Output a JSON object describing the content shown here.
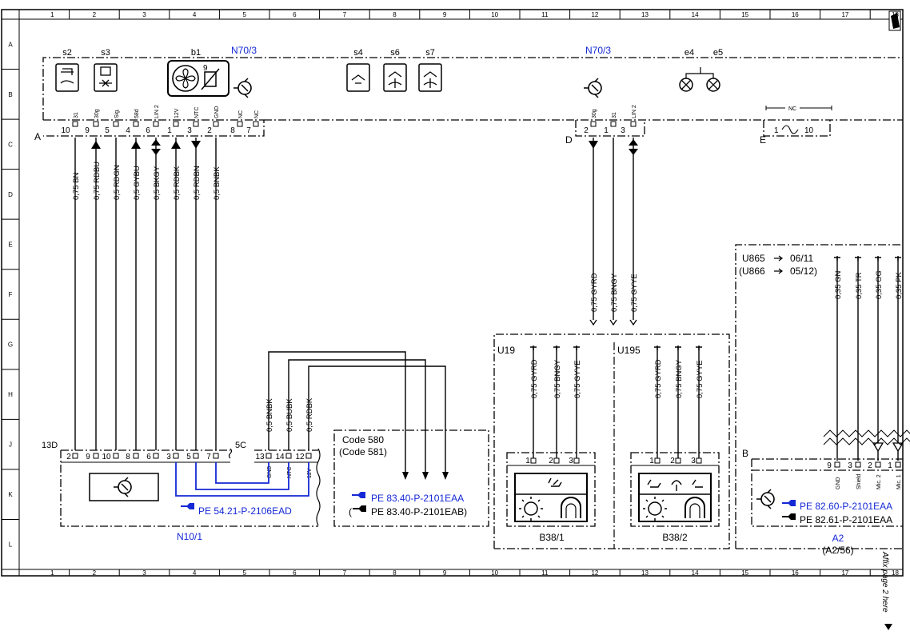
{
  "grid": {
    "cols": [
      "1",
      "2",
      "3",
      "4",
      "5",
      "6",
      "7",
      "8",
      "9",
      "10",
      "11",
      "12",
      "13",
      "14",
      "15",
      "16",
      "17",
      "18"
    ],
    "rows": [
      "A",
      "B",
      "C",
      "D",
      "E",
      "F",
      "G",
      "H",
      "J",
      "K",
      "L"
    ]
  },
  "n703_left": {
    "title": "N70/3",
    "devices": [
      "s2",
      "s3",
      "b1",
      "s4",
      "s6",
      "s7"
    ],
    "b1_pin": "9",
    "connector": "A",
    "pins": [
      "10",
      "9",
      "5",
      "4",
      "6",
      "1",
      "3",
      "2",
      "8",
      "7"
    ],
    "signals": [
      "31",
      "30g",
      "Sig.",
      "58d",
      "LIN 2",
      "12V",
      "NTC",
      "GND",
      "NC",
      "NC"
    ],
    "wires": [
      "0,75 BN",
      "0,75 RDBU",
      "0,5 RDGN",
      "0,5 GYBU",
      "0,5 BKGY",
      "0,5 RDBK",
      "0,5 RDBN",
      "0,5 BNBK"
    ]
  },
  "n703_right": {
    "title": "N70/3",
    "lamps": [
      "e4",
      "e5"
    ],
    "connector_d": "D",
    "pins_d": [
      "2",
      "1",
      "3"
    ],
    "signals_d": [
      "30g",
      "31",
      "LIN 2"
    ],
    "wires_d": [
      "0,75 GYRD",
      "0,75 BNGY",
      "0,75 GYYE"
    ],
    "connector_e": "E",
    "pins_e": [
      "1",
      "10"
    ],
    "nc": "NC"
  },
  "n101": {
    "title": "N10/1",
    "conn_13d": "13D",
    "pins_13d": [
      "2",
      "9",
      "10",
      "8",
      "6",
      "3",
      "5",
      "7"
    ],
    "conn_5c": "5C",
    "pins_5c": [
      "13",
      "14",
      "12"
    ],
    "signals_5c": [
      "GND",
      "NTC",
      "12V"
    ],
    "wires_5c": [
      "0,5 BNBK",
      "0,5 BUBK",
      "0,5 RDBK"
    ],
    "ref": "PE 54.21-P-2106EAD"
  },
  "code_box": {
    "line1": "Code 580",
    "line2": "(Code 581)",
    "ref1": "PE 83.40-P-2101EAA",
    "ref2_open": "(",
    "ref2": "PE 83.40-P-2101EAB)"
  },
  "b381": {
    "variant": "U19",
    "title": "B38/1",
    "pins": [
      "1",
      "2",
      "3"
    ],
    "wires": [
      "0,75 GYRD",
      "0,75 BNGY",
      "0,75 GYYE"
    ]
  },
  "b382": {
    "variant": "U195",
    "title": "B38/2",
    "pins": [
      "1",
      "2",
      "3"
    ],
    "wires": [
      "0,75 GYRD",
      "0,75 BNGY",
      "0,75 GYYE"
    ]
  },
  "a2": {
    "u865": "U865",
    "u865_date": "06/11",
    "u866": "(U866",
    "u866_date": "05/12)",
    "wires": [
      "0,35 GN",
      "0,35 TR",
      "0,35 OG",
      "0,35 PK"
    ],
    "connector": "B",
    "pins": [
      "9",
      "3",
      "2",
      "1"
    ],
    "signals": [
      "GND",
      "Shield",
      "Mic. 2",
      "Mic. 1"
    ],
    "ref1": "PE 82.60-P-2101EAA",
    "ref2": "PE 82.61-P-2101EAA",
    "title": "A2",
    "subtitle": "(A2/56)"
  },
  "affix": "Affix page 2 here"
}
